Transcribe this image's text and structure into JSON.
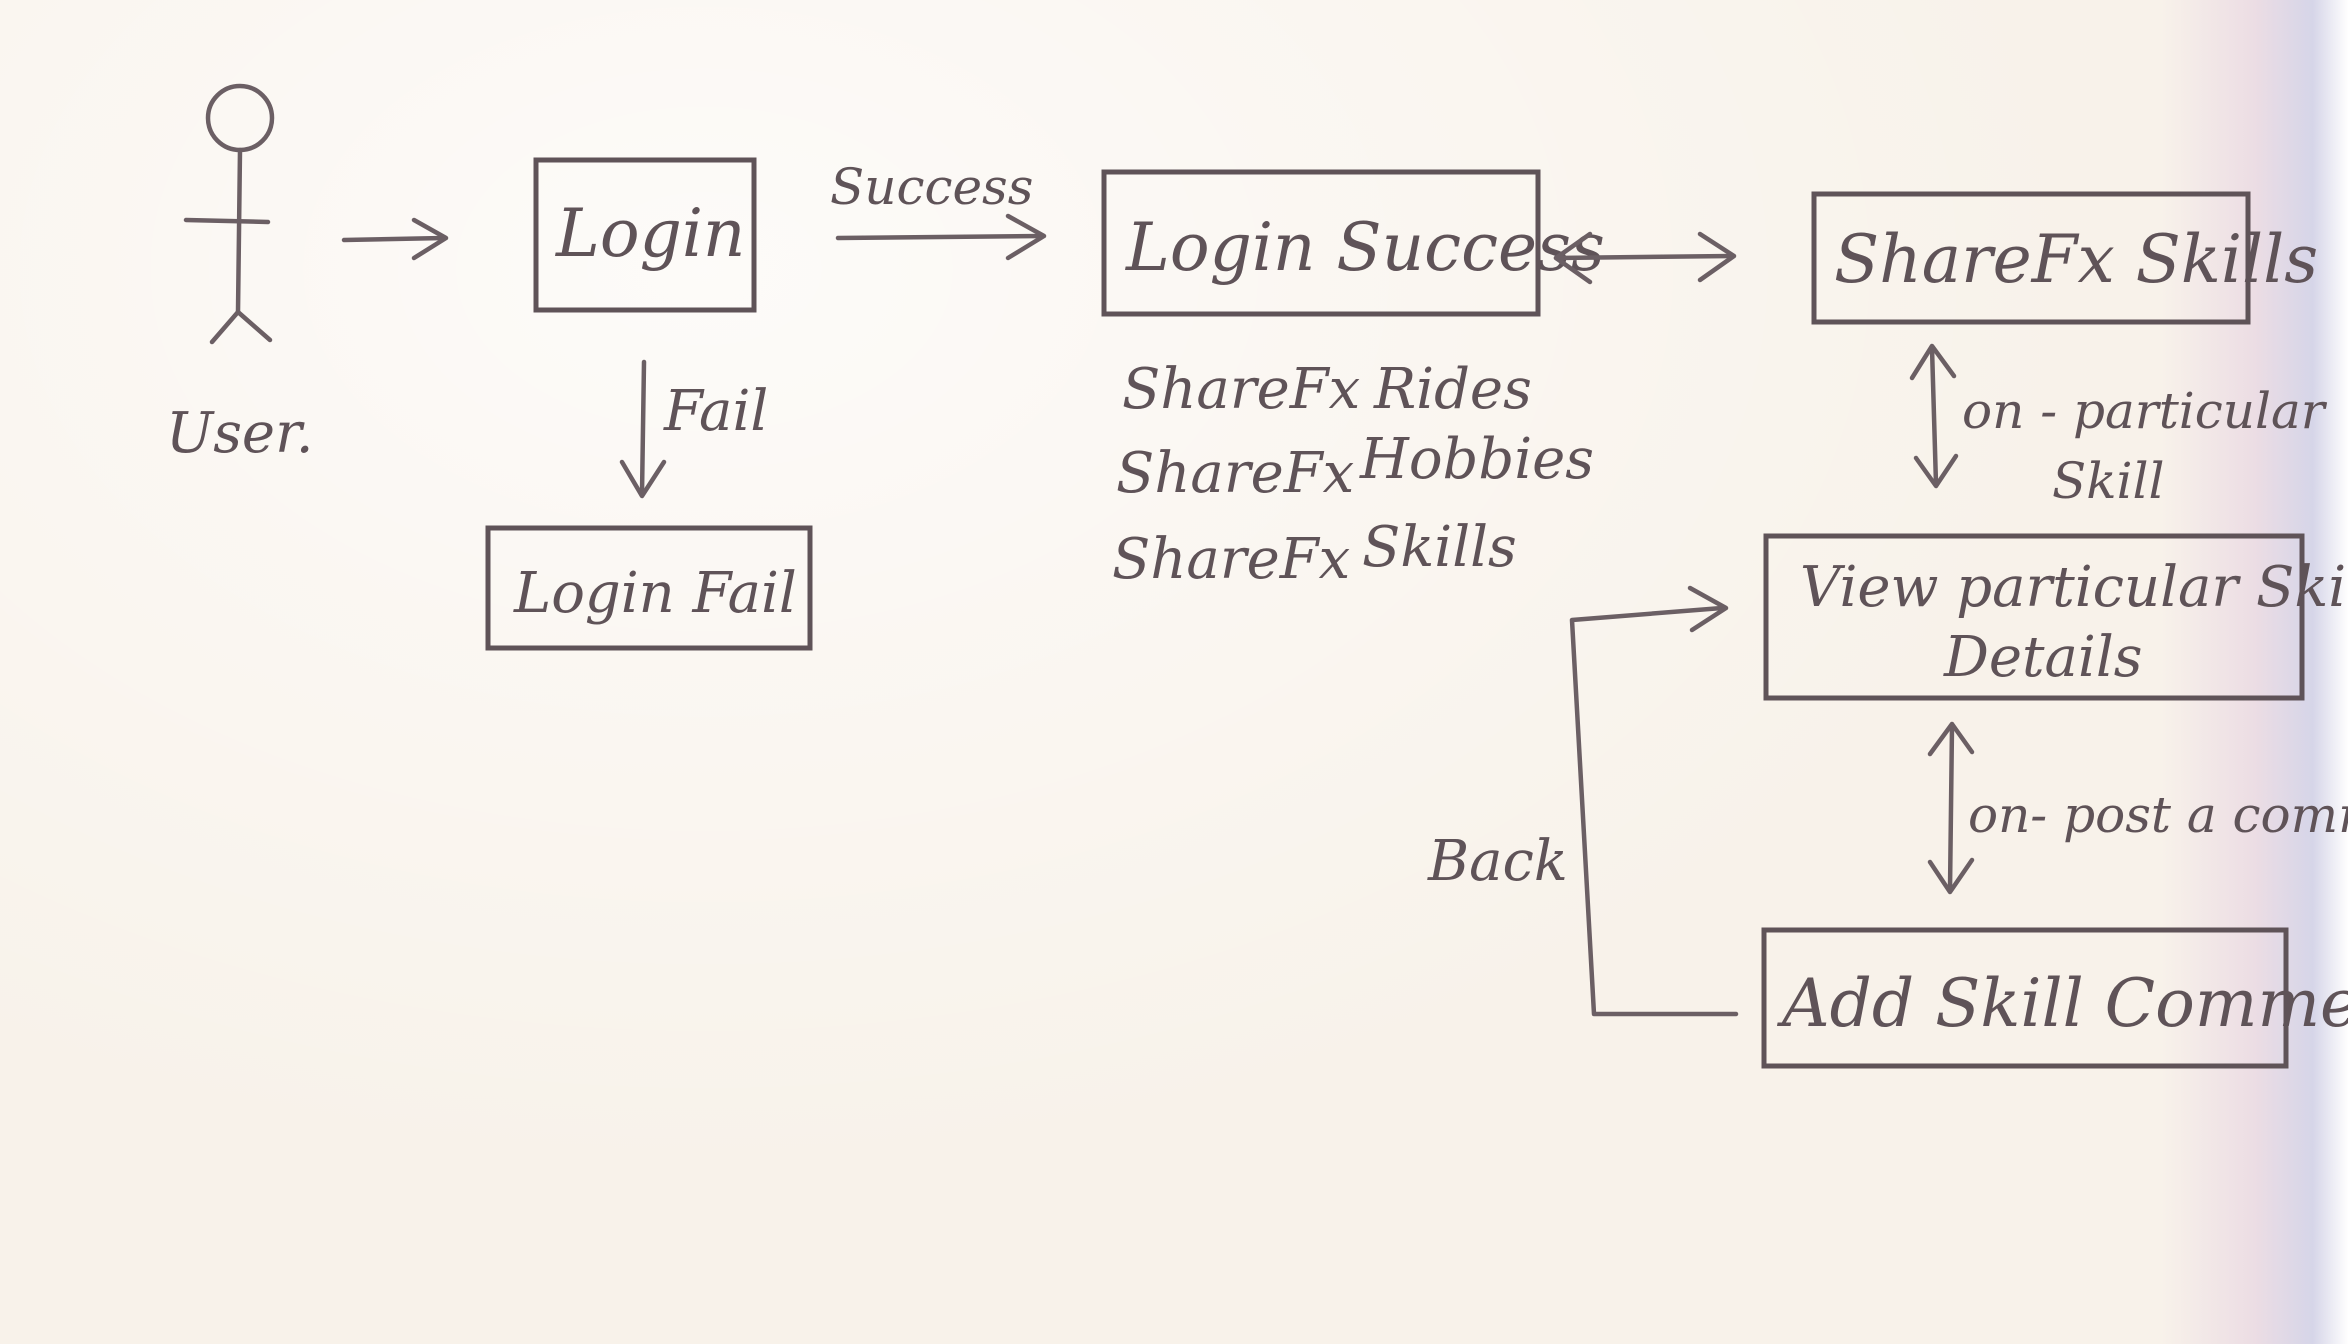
{
  "actor": {
    "label": "User."
  },
  "nodes": {
    "login": "Login",
    "login_success": "Login Success",
    "login_fail": "Login Fail",
    "sharefx_skills": "ShareFx Skills",
    "view_skill_line1": "View particular Skill",
    "view_skill_line2": "Details",
    "add_skill_comment": "Add Skill Comment"
  },
  "edges": {
    "success": "Success",
    "fail": "Fail",
    "on_particular_line1": "on - particular",
    "on_particular_line2": "Skill",
    "on_post_comment": "on- post a comment",
    "back": "Back"
  },
  "success_options": [
    {
      "left": "ShareFx",
      "right": "Rides"
    },
    {
      "left": "ShareFx",
      "right": "Hobbies"
    },
    {
      "left": "ShareFx",
      "right": "Skills"
    }
  ]
}
